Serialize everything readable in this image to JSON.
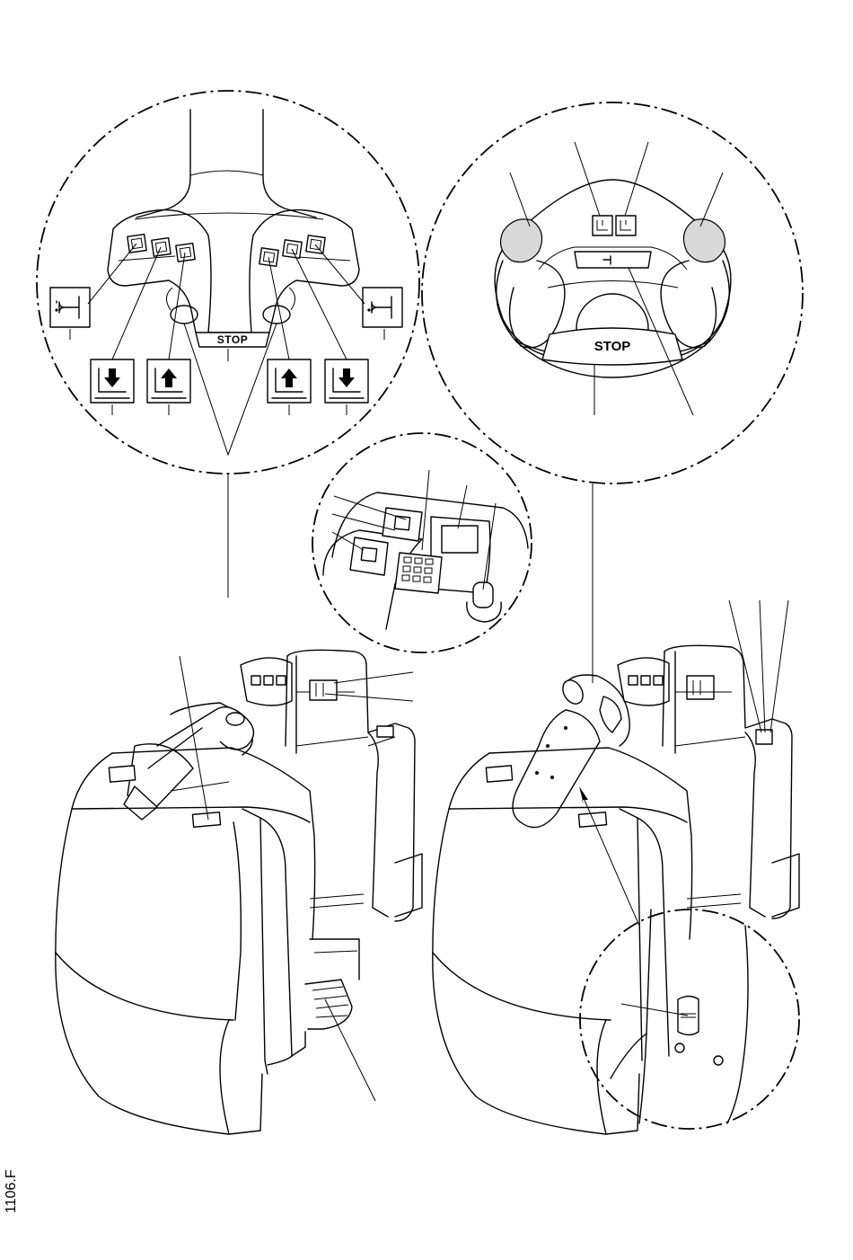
{
  "figure": {
    "ref_code": "1106.F"
  },
  "detail_left_tiller": {
    "stop_label": "STOP",
    "icons": [
      {
        "name": "horn-icon",
        "side": "left"
      },
      {
        "name": "lower-forks-icon",
        "side": "left"
      },
      {
        "name": "raise-forks-icon",
        "side": "left"
      },
      {
        "name": "raise-forks-icon",
        "side": "right"
      },
      {
        "name": "lower-forks-icon",
        "side": "right"
      },
      {
        "name": "horn-icon",
        "side": "right"
      }
    ]
  },
  "detail_right_wheel": {
    "stop_label": "STOP"
  },
  "colors": {
    "line": "#000000",
    "background": "#ffffff",
    "grip_fill": "#d9d9d9"
  }
}
